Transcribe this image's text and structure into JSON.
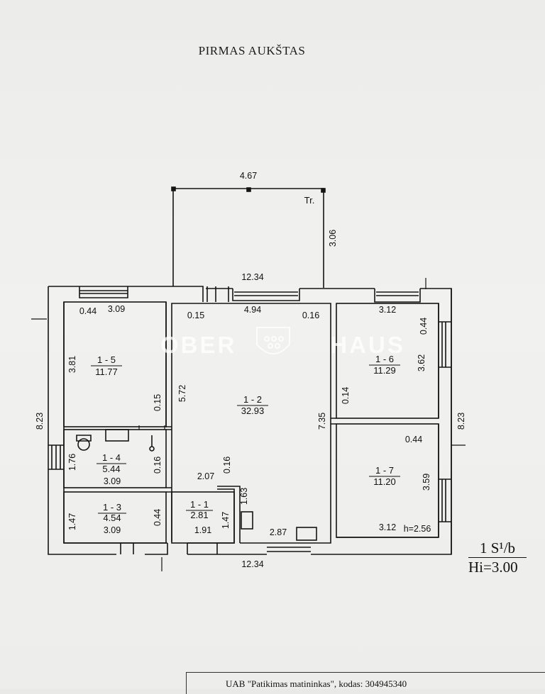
{
  "title": "PIRMAS AUKŠTAS",
  "scale": {
    "numerator": "1 S¹/b",
    "denominator": "Hi=3.00"
  },
  "watermark": {
    "left": "OBER",
    "right": "HAUS"
  },
  "footer": "UAB \"Patikimas matininkas\", kodas: 304945340",
  "terrace_label": "Tr.",
  "rooms": [
    {
      "id": "1 - 5",
      "area": "11.77"
    },
    {
      "id": "1 - 2",
      "area": "32.93"
    },
    {
      "id": "1 - 6",
      "area": "11.29"
    },
    {
      "id": "1 - 4",
      "area": "5.44"
    },
    {
      "id": "1 - 7",
      "area": "11.20"
    },
    {
      "id": "1 - 3",
      "area": "4.54"
    },
    {
      "id": "1 - 1",
      "area": "2.81"
    }
  ],
  "dims_h": [
    "4.67",
    "12.34",
    "0.44",
    "3.09",
    "0.15",
    "4.94",
    "0.16",
    "3.12",
    "0.44",
    "2.07",
    "3.09",
    "3.09",
    "1.91",
    "2.87",
    "3.12",
    "h=2.56",
    "12.34"
  ],
  "dims_v": [
    "3.06",
    "3.81",
    "5.72",
    "0.15",
    "0.44",
    "3.62",
    "7.35",
    "0.14",
    "8.23",
    "8.23",
    "1.76",
    "0.16",
    "0.16",
    "1.63",
    "3.59",
    "1.47",
    "0.44",
    "1.47"
  ]
}
